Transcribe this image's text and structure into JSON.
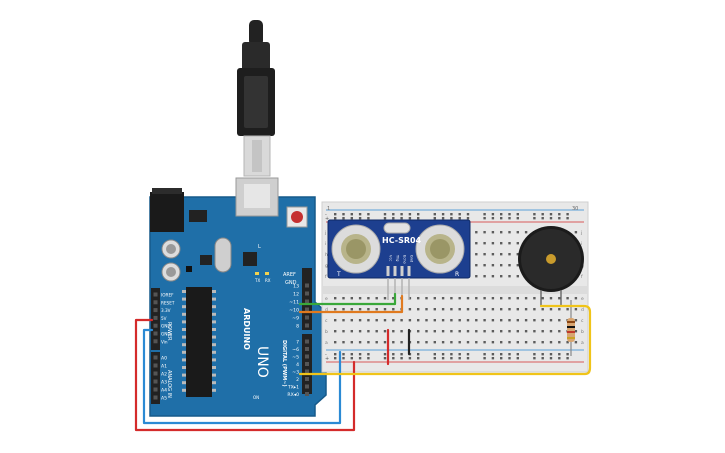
{
  "arduino": {
    "brand": "ARDUINO",
    "model": "UNO",
    "aref": "AREF",
    "gnd": "GND",
    "digital_label": "DIGITAL (PWM~)",
    "power_label": "POWER",
    "analog_label": "ANALOG IN",
    "tx_label": "TX",
    "rx_label": "RX",
    "on_label": "ON",
    "l_label": "L",
    "digital_pins": [
      "13",
      "12",
      "~11",
      "~10",
      "~9",
      "8",
      "7",
      "~6",
      "~5",
      "4",
      "~3",
      "2",
      "TX▸1",
      "RX◂0"
    ],
    "power_pins": [
      "IOREF",
      "RESET",
      "3.3V",
      "5V",
      "GND",
      "GND",
      "Vin"
    ],
    "analog_pins": [
      "A0",
      "A1",
      "A2",
      "A3",
      "A4",
      "A5"
    ]
  },
  "sensor": {
    "model": "HC-SR04",
    "pins": [
      "Vcc",
      "Trig",
      "Echo",
      "Gnd"
    ],
    "t_label": "T",
    "r_label": "R"
  },
  "breadboard": {
    "row_letters_top": [
      "j",
      "i",
      "h",
      "g",
      "f"
    ],
    "row_letters_bottom": [
      "e",
      "d",
      "c",
      "b",
      "a"
    ],
    "end_numbers": [
      "1",
      "30"
    ],
    "plus_label": "+",
    "minus_label": "-"
  },
  "colors": {
    "board": "#1f6fa8",
    "board_dark": "#175a8a",
    "sensor_pcb": "#1d3f8f",
    "breadboard": "#e8e8e8",
    "wire_red": "#d42b2b",
    "wire_blue": "#2b8ad4",
    "wire_green": "#3aa83a",
    "wire_orange": "#e07a1f",
    "wire_yellow": "#f0c419",
    "wire_black": "#222222"
  }
}
